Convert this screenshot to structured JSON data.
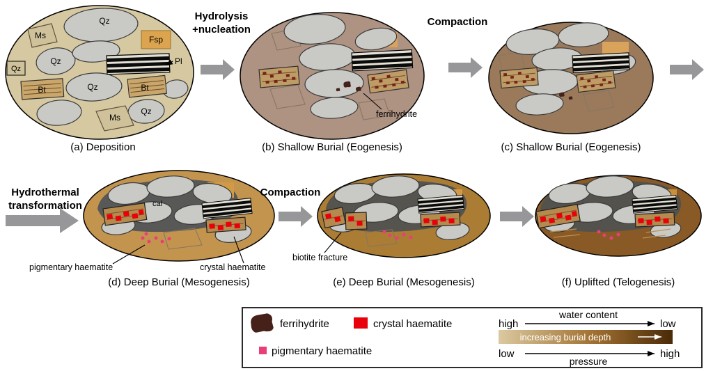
{
  "panels": {
    "a": {
      "caption": "(a) Deposition"
    },
    "b": {
      "caption": "(b) Shallow Burial (Eogenesis)"
    },
    "c": {
      "caption": "(c) Shallow Burial (Eogenesis)"
    },
    "d": {
      "caption": "(d) Deep Burial (Mesogenesis)"
    },
    "e": {
      "caption": "(e) Deep Burial (Mesogenesis)"
    },
    "f": {
      "caption": "(f) Uplifted (Telogenesis)"
    }
  },
  "processes": {
    "hydrolysis_line1": "Hydrolysis",
    "hydrolysis_line2": "+nucleation",
    "compaction_top": "Compaction",
    "hydrothermal_line1": "Hydrothermal",
    "hydrothermal_line2": "transformation",
    "compaction_bottom": "Compaction"
  },
  "minerals": {
    "qz": "Qz",
    "ms": "Ms",
    "bt": "Bt",
    "fsp": "Fsp",
    "pl": "Pl",
    "cal": "cal"
  },
  "annotations": {
    "ferrihydrite": "ferrihydrite",
    "pigmentary_haematite": "pigmentary haematite",
    "crystal_haematite": "crystal haematite",
    "biotite_fracture": "biotite fracture"
  },
  "legend": {
    "ferrihydrite": "ferrihydrite",
    "crystal_haematite": "crystal haematite",
    "pigmentary_haematite": "pigmentary haematite",
    "water_content_label": "water content",
    "water_left": "high",
    "water_right": "low",
    "burial_depth_label": "increasing burial depth",
    "pressure_label": "pressure",
    "pressure_left": "low",
    "pressure_right": "high"
  },
  "colors": {
    "ferrihydrite": "#45211a",
    "crystal_haematite": "#e8000b",
    "pigmentary_haematite": "#ea3e78",
    "high_low_red": "#e8000b",
    "high_low_green": "#00a550"
  }
}
